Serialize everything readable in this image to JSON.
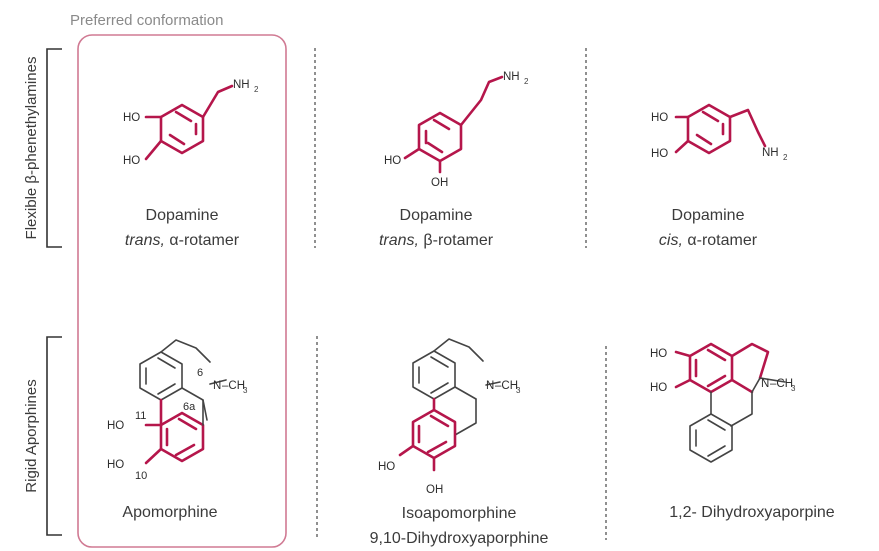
{
  "header": {
    "preferred_label": "Preferred conformation"
  },
  "rows": {
    "top": {
      "label": "Flexible β-phenethylamines"
    },
    "bottom": {
      "label": "Rigid Aporphines"
    }
  },
  "atoms": {
    "ho": "HO",
    "oh": "OH",
    "nh2_main": "NH",
    "nh2_sub": "2",
    "n": "N",
    "methyl": "–CH",
    "methyl_sub": "3"
  },
  "numbers": {
    "c11": "11",
    "c10": "10",
    "c6": "6",
    "c6a": "6a"
  },
  "compounds": [
    {
      "name": "Dopamine",
      "qualifier": "trans,",
      "rotamer": "α-rotamer"
    },
    {
      "name": "Dopamine",
      "qualifier": "trans,",
      "rotamer": "β-rotamer"
    },
    {
      "name": "Dopamine",
      "qualifier": "cis,",
      "rotamer": "α-rotamer"
    },
    {
      "name": "Apomorphine"
    },
    {
      "name": "Isoapomorphine",
      "alt_name": "9,10-Dihydroxyaporphine"
    },
    {
      "name": "1,2- Dihydroxyaporpine"
    }
  ],
  "colors": {
    "accent": "#b5164b",
    "box_border": "#d07a93",
    "ink": "#444444"
  }
}
